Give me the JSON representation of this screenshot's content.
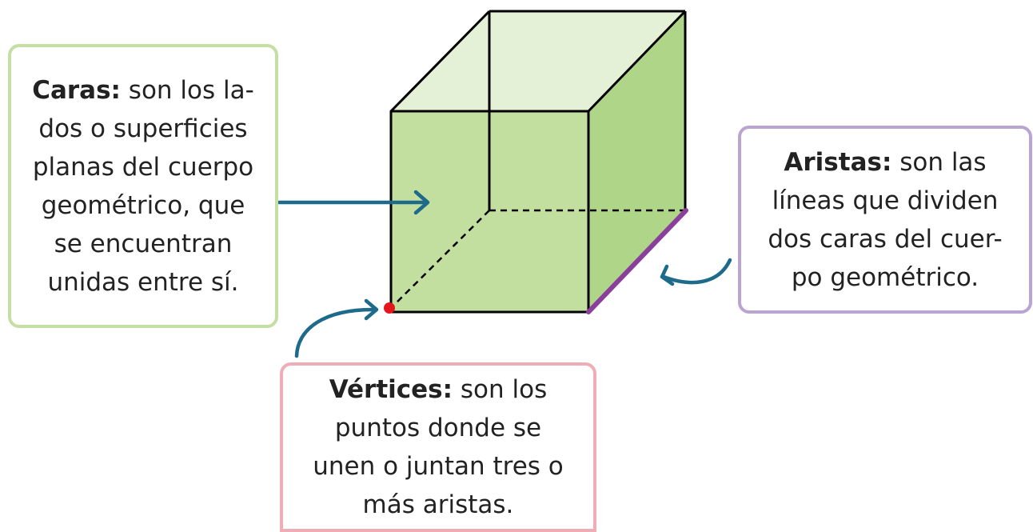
{
  "callouts": {
    "caras": {
      "term": "Caras:",
      "line1": "son los la-",
      "lines": [
        "dos o superficies",
        "planas del cuerpo",
        "geométrico, que",
        "se encuentran",
        "unidas entre sí."
      ]
    },
    "aristas": {
      "term": "Aristas:",
      "line1": "son las",
      "lines": [
        "líneas que dividen",
        "dos caras del cuer-",
        "po geométrico."
      ]
    },
    "vertices": {
      "term": "Vértices:",
      "line1": "son los",
      "lines": [
        "puntos donde se",
        "unen o juntan tres o",
        "más aristas."
      ]
    }
  },
  "colors": {
    "face_front": "#c2df9f",
    "face_top": "#e4f1d7",
    "face_side": "#afd688",
    "edge": "#000000",
    "highlight_edge": "#8a3f9c",
    "vertex": "#e3161b",
    "arrow": "#1e6a8a",
    "caras_border": "#c5dea3",
    "aristas_border": "#b9a4d2",
    "vertices_border": "#efadb5"
  }
}
